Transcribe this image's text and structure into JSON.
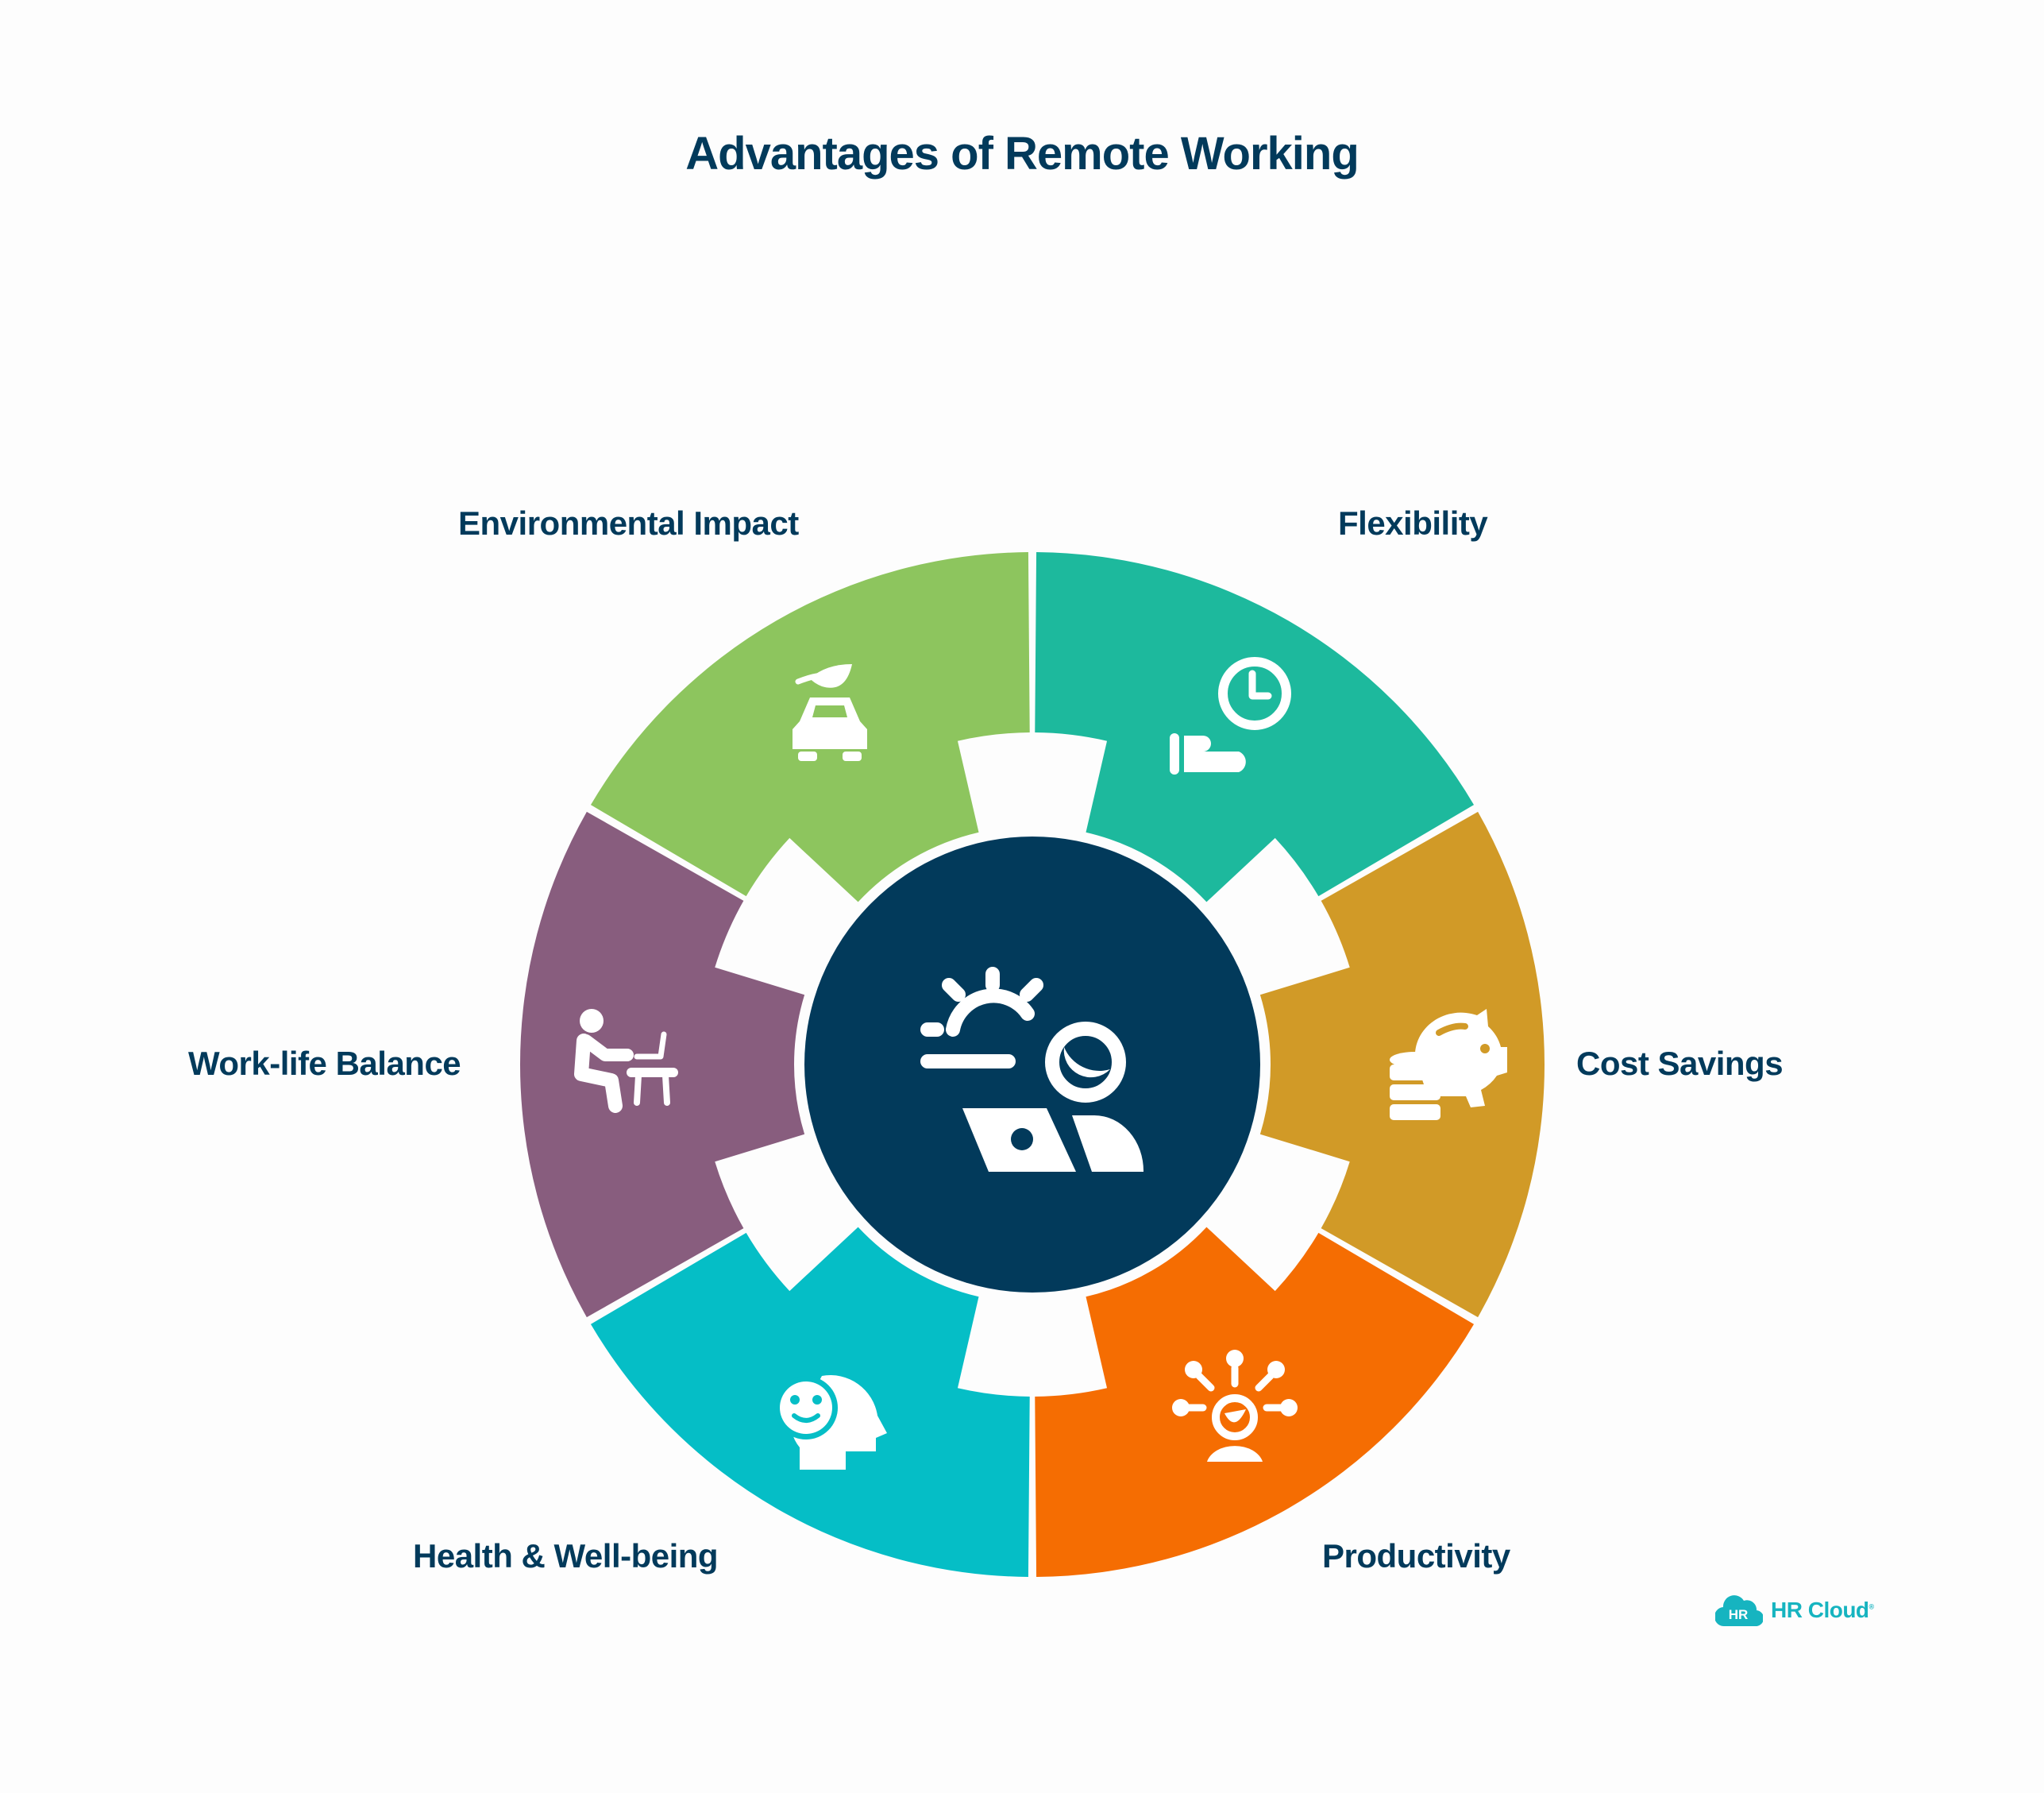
{
  "title": "Advantages of Remote Working",
  "center": {
    "icon": "remote-worker-sunrise-laptop-icon",
    "color": "#023a5b"
  },
  "segments": [
    {
      "label": "Flexibility",
      "icon": "hand-clock-icon",
      "color": "#1db99d"
    },
    {
      "label": "Cost Savings",
      "icon": "piggy-bank-coins-icon",
      "color": "#d19a27"
    },
    {
      "label": "Productivity",
      "icon": "person-ideas-network-icon",
      "color": "#f56d02"
    },
    {
      "label": "Health & Well-being",
      "icon": "head-smiley-icon",
      "color": "#05bec6"
    },
    {
      "label": "Work-life Balance",
      "icon": "person-at-desk-laptop-icon",
      "color": "#885d7e"
    },
    {
      "label": "Environmental Impact",
      "icon": "eco-car-leaf-icon",
      "color": "#8dc55e"
    }
  ],
  "logo": {
    "badge": "HR",
    "text": "HR Cloud",
    "registered": "®",
    "color": "#16b4c0"
  }
}
